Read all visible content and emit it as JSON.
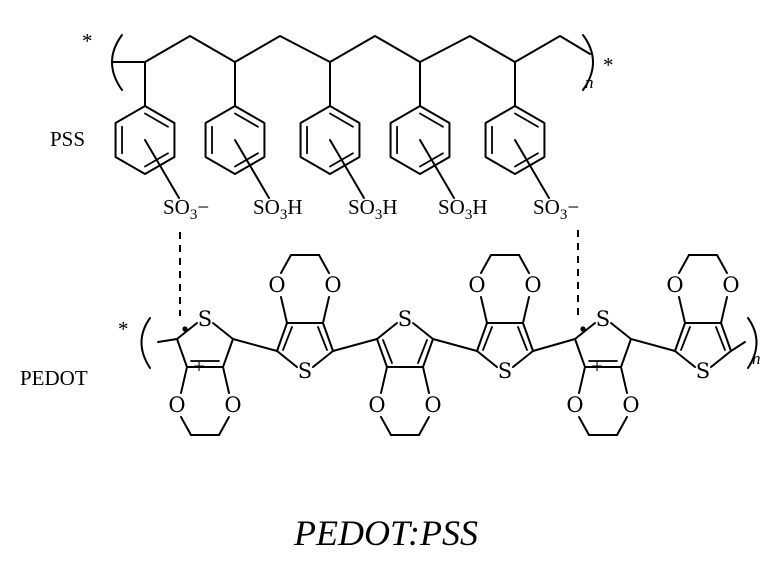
{
  "labels": {
    "pss": "PSS",
    "pedot": "PEDOT",
    "caption": "PEDOT:PSS",
    "star": "*",
    "n": "n"
  },
  "groups": {
    "sulfonate": "SO",
    "sulfonic": "SO",
    "sub3": "3",
    "minus": "−",
    "hydrogen": "H"
  },
  "pss_units": [
    {
      "group": "sulfonate"
    },
    {
      "group": "sulfonic"
    },
    {
      "group": "sulfonic"
    },
    {
      "group": "sulfonic"
    },
    {
      "group": "sulfonate"
    }
  ],
  "atoms": {
    "sulfur": "S",
    "oxygen": "O",
    "plus": "+"
  }
}
